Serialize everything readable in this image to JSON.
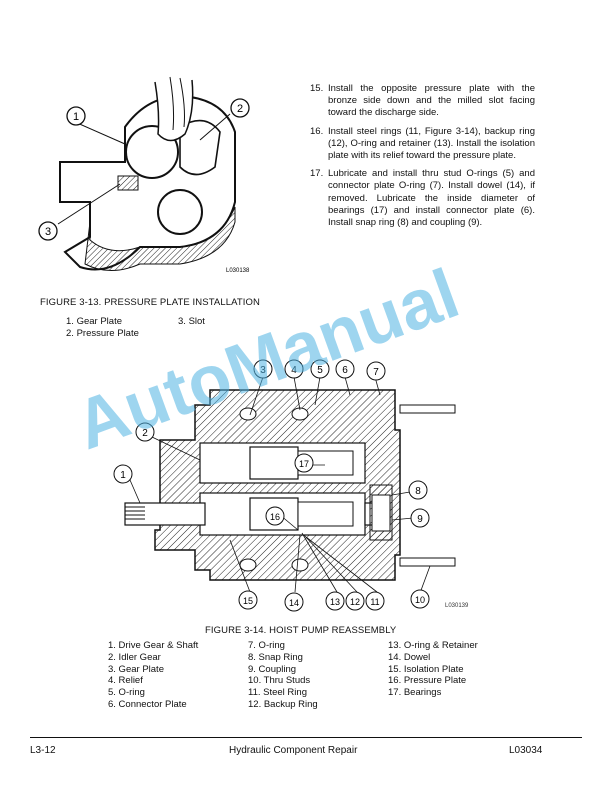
{
  "figure13": {
    "image_id": "L030138",
    "callouts": [
      "1",
      "2",
      "3"
    ],
    "caption": "FIGURE 3-13. PRESSURE PLATE INSTALLATION",
    "legend": [
      {
        "num": "1.",
        "text": "Gear Plate"
      },
      {
        "num": "2.",
        "text": "Pressure Plate"
      },
      {
        "num": "3.",
        "text": "Slot"
      }
    ]
  },
  "steps": [
    {
      "num": "15.",
      "text": "Install the opposite pressure plate with the bronze side down and the milled slot facing toward the discharge side."
    },
    {
      "num": "16.",
      "text": "Install steel rings (11, Figure 3-14), backup ring (12), O-ring and retainer (13). Install the isolation plate with its relief toward the pressure plate."
    },
    {
      "num": "17.",
      "text": "Lubricate and install thru stud O-rings (5) and connector plate O-ring (7). Install dowel (14), if removed. Lubricate the inside diameter of bearings (17) and install connector plate (6). Install snap ring (8) and coupling (9)."
    }
  ],
  "figure14": {
    "image_id": "L030139",
    "caption": "FIGURE 3-14. HOIST PUMP REASSEMBLY",
    "callouts": [
      "1",
      "2",
      "3",
      "4",
      "5",
      "6",
      "7",
      "8",
      "9",
      "10",
      "11",
      "12",
      "13",
      "14",
      "15",
      "16",
      "17"
    ],
    "legend_col1": [
      "1. Drive Gear & Shaft",
      "2. Idler Gear",
      "3. Gear Plate",
      "4. Relief",
      "5. O-ring",
      "6. Connector Plate"
    ],
    "legend_col2": [
      "7. O-ring",
      "8. Snap Ring",
      "9. Coupling",
      "10. Thru Studs",
      "11. Steel Ring",
      "12. Backup Ring"
    ],
    "legend_col3": [
      "13. O-ring & Retainer",
      "14. Dowel",
      "15. Isolation Plate",
      "16. Pressure Plate",
      "17. Bearings"
    ]
  },
  "watermark": "AutoManual",
  "footer": {
    "left": "L3-12",
    "center": "Hydraulic Component Repair",
    "right": "L03034"
  }
}
